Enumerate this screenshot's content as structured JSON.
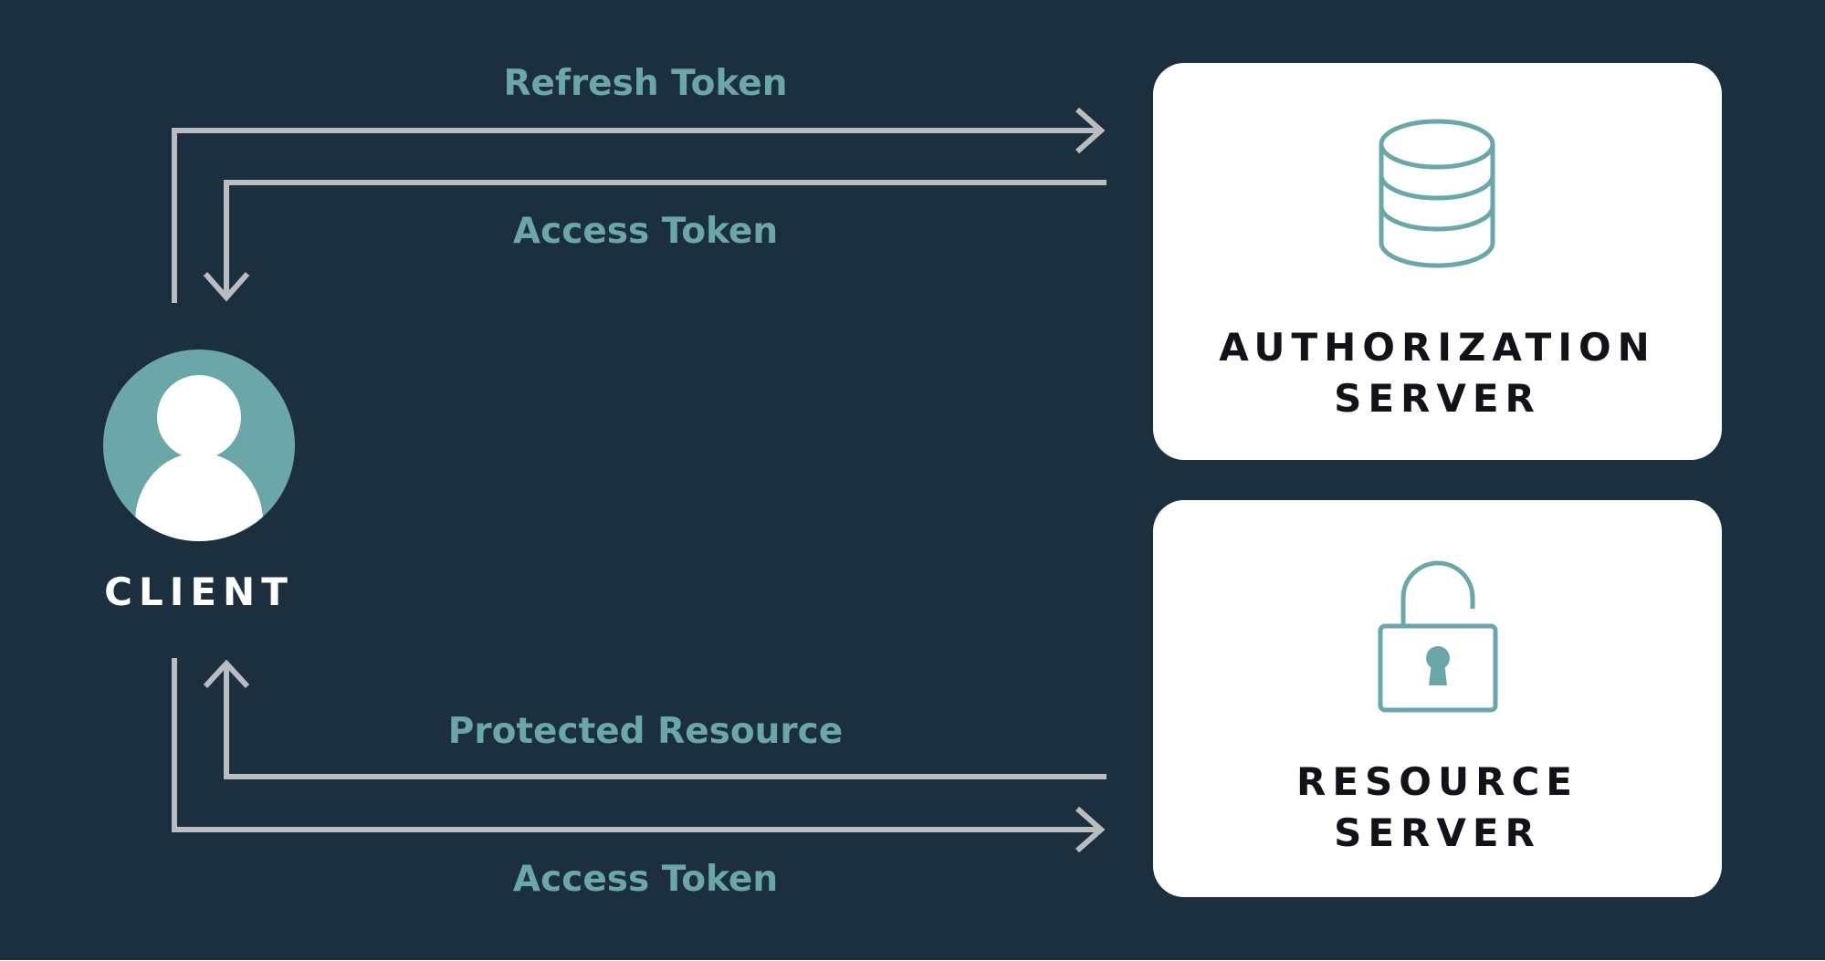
{
  "client": {
    "label": "CLIENT",
    "icon": "user-avatar-icon"
  },
  "authorization_server": {
    "line1": "AUTHORIZATION",
    "line2": "SERVER",
    "icon": "database-icon"
  },
  "resource_server": {
    "line1": "RESOURCE",
    "line2": "SERVER",
    "icon": "padlock-open-icon"
  },
  "flows": {
    "refresh_token": "Refresh Token",
    "access_token_returned": "Access Token",
    "protected_resource": "Protected Resource",
    "access_token_sent": "Access Token"
  },
  "colors": {
    "background": "#1b2f3e",
    "accent": "#6ba7a8",
    "arrow": "#b9bcc0",
    "card": "#ffffff",
    "card_text": "#111318"
  }
}
